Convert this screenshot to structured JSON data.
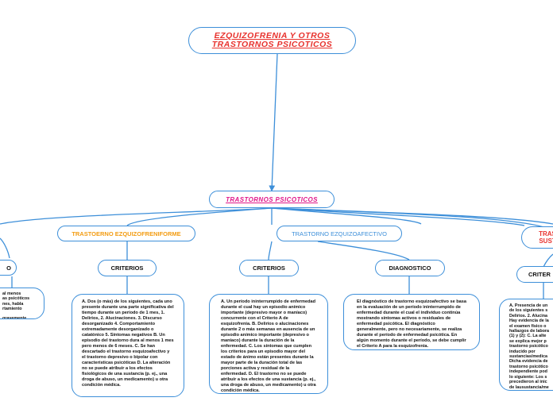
{
  "root": {
    "line1": "EZQUIZOFRENIA Y OTROS",
    "line2": "TRASTORNOS PSICOTICOS"
  },
  "trastornos": {
    "label": "TRASTORNOS PSICOTICOS"
  },
  "branches": {
    "esquizofreniforme": {
      "label": "TRASTOERNO EZQUIZOFRENIFORME",
      "color": "#f39c12"
    },
    "esquizoafectivo": {
      "label": "TRASTORNO EZQUIZOAFECTIVO",
      "color": "#3d8fd9"
    },
    "sustancias": {
      "label": "TRAS SUST",
      "color": "#e8322d"
    }
  },
  "children": {
    "left_partial": "O",
    "criterios_a": "CRITERIOS",
    "criterios_b": "CRITERIOS",
    "diagnostico": "DIAGNOSTICO",
    "criterios_c": "CRITER"
  },
  "texts": {
    "left_partial": "al menos\nas psicóticos\nnes, habla\nrtamiento\n\ngravemente\n. (Criterio",
    "esquizofreniforme": "A. Dos (o más) de los siguientes, cada uno presente durante una parte significativa del tiempo durante un período de 1 mes, 1. Delirios, 2. Alucinaciones. 3. Discurso desorganizado 4. Comportamiento extremadamente desorganizado o catatónico 5. Síntomas negativos B. Un episodio del trastorno dura al menos 1 mes pero menos de 6 meses. C. Se han descartado el trastorno esquizoafectivo y el trastorno depresivo o bipolar con características psicóticas D. La alteración no se puede atribuir a los efectos fisiológicos de una sustancia (p. ej., una droga de abuso, un medicamento) u otra condición médica.",
    "criterios_esquizoafectivo": "A. Un período ininterrumpido de enfermedad durante el cual hay un episodio anímico importante (depresivo mayor o maníaco) concurrente con el Criterio A de esquizofrenia. B. Delirios o alucinaciones durante 2 o más semanas en ausencia de un episodio anímico importante (depresivo o maníaco) durante la duración de la enfermedad. C. Los síntomas que cumplen los criterios para un episodio mayor del estado de ánimo están presentes durante la mayor parte de la duración total de las porciones activa y residual de la enfermedad. D. El trastorno no se puede atribuir a los efectos de una sustancia (p. ej., una droga de abuso, un medicamento) u otra condición médica.",
    "diagnostico": "El diagnóstico de trastorno esquizoafectivo se basa en la evaluación de un período ininterrumpido de enfermedad durante el cual el individuo continúa mostrando síntomas activos o residuales de enfermedad psicótica. El diagnóstico generalmente, pero no necesariamente, se realiza durante el período de enfermedad psicótica. En algún momento durante el período, se debe cumplir el Criterio A para la esquizofrenia.",
    "sustancias": "A. Presencia de un\nde los siguientes s\nDelirios. 2. Alucina\nHay evidencia de la\nel examen físico o\nhallazgos de labora\n(1) y (2): C. La alte\nse explica mejor p\ntrastorno psicótico\ninducido por\nsustancias/medica\nDicha evidencia de\ntrastorno psicótico\nindependiente pod\nlo siguiente: Los s\nprecedieron al inic\nde lausustancia/me"
  }
}
